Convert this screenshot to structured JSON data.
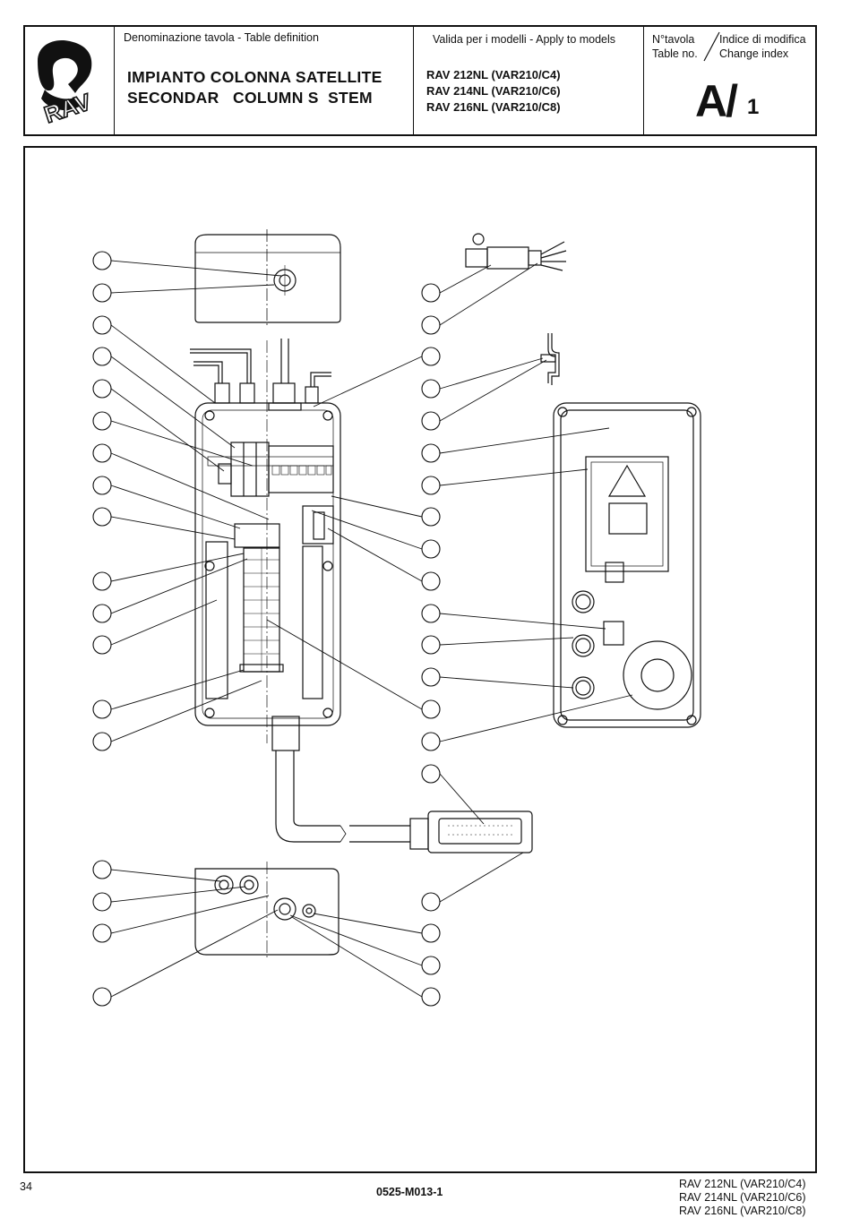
{
  "header": {
    "logo_text": "RAV",
    "table_definition_label": "Denominazione tavola - Table definition",
    "title_it": "IMPIANTO COLONNA SATELLITE",
    "title_en": "SECONDAR   COLUMN S  STEM",
    "models_label": "Valida per i modelli - Apply to models",
    "models": [
      "RAV 212NL (VAR210/C4)",
      "RAV 214NL (VAR210/C6)",
      "RAV 216NL (VAR210/C8)"
    ],
    "table_no_label_1": "N°tavola",
    "table_no_label_2": "Table no.",
    "change_index_label_1": "Indice di modifica",
    "change_index_label_2": "Change index",
    "table_no": "A/",
    "change_index": "1"
  },
  "footer": {
    "page_number": "34",
    "document_code": "0525-M013-1",
    "models": [
      "RAV 212NL (VAR210/C4)",
      "RAV 214NL (VAR210/C6)",
      "RAV 216NL (VAR210/C8)"
    ]
  }
}
